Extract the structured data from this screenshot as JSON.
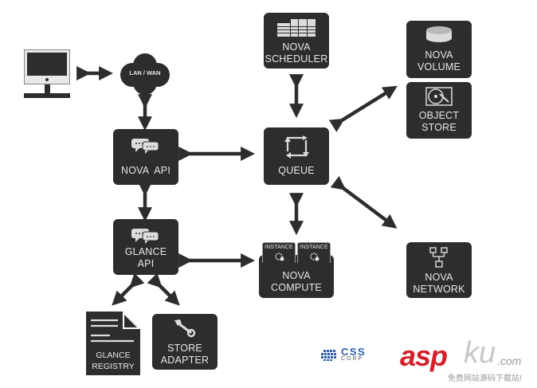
{
  "nodes": {
    "monitor": {
      "label": ""
    },
    "cloud": {
      "label": "LAN / WAN"
    },
    "nova_scheduler": {
      "line1": "NOVA",
      "line2": "SCHEDULER"
    },
    "nova_volume": {
      "line1": "NOVA",
      "line2": "VOLUME"
    },
    "object_store": {
      "line1": "OBJECT",
      "line2": "STORE"
    },
    "nova_api": {
      "line1": "NOVA  API"
    },
    "queue": {
      "line1": "QUEUE"
    },
    "glance_api": {
      "line1": "GLANCE",
      "line2": "API"
    },
    "nova_compute": {
      "line1": "NOVA",
      "line2": "COMPUTE",
      "instance1": "INSTANCE",
      "instance2": "INSTANCE"
    },
    "nova_network": {
      "line1": "NOVA",
      "line2": "NETWORK"
    },
    "glance_registry": {
      "line1": "GLANCE",
      "line2": "REGISTRY"
    },
    "store_adapter": {
      "line1": "STORE",
      "line2": "ADAPTER"
    }
  },
  "logos": {
    "csscorp": {
      "line1": "CSS",
      "line2": "CORP"
    },
    "aspku": {
      "main": "asp",
      "ku": "ku",
      "dotcom": ".com",
      "tagline": "免费网站源码下载站!"
    }
  },
  "colors": {
    "box": "#2d2d2d",
    "text": "#e6e6e6",
    "arrow": "#2d2d2d",
    "aspku_red": "#d4202a",
    "css_blue": "#2f5fa8"
  }
}
